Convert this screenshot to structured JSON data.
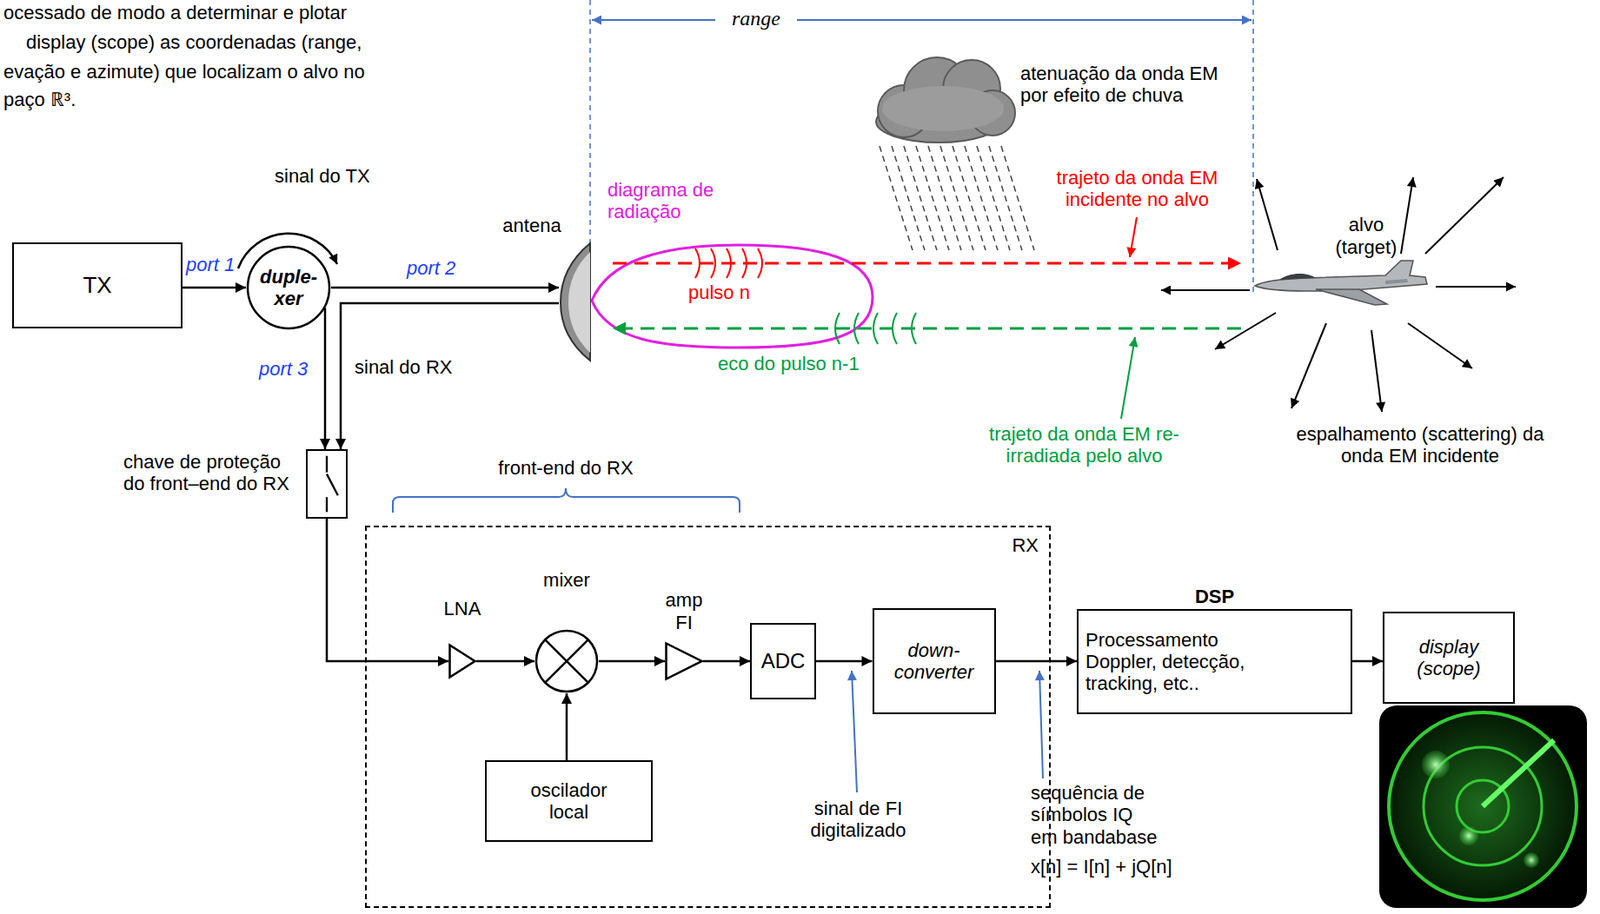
{
  "diagram": {
    "nodes": [
      {
        "text": [
          "TX"
        ]
      },
      {
        "text": [
          "duple- xer"
        ]
      },
      {
        "text": [
          "antena"
        ]
      },
      {
        "text": [
          "chave de proteção do front–end do RX"
        ]
      },
      {
        "text": [
          "RX"
        ]
      },
      {
        "text": [
          "LNA"
        ],
        "in": 4
      },
      {
        "text": [
          "mixer"
        ],
        "in": 4
      },
      {
        "text": [
          "amp FI"
        ],
        "in": 4
      },
      {
        "text": [
          "oscilador local"
        ],
        "in": 4
      },
      {
        "text": [
          "ADC"
        ],
        "in": 4
      },
      {
        "text": [
          "down- converter"
        ],
        "in": 4
      },
      {
        "text": [
          "DSP",
          "Processamento Doppler, detecção, tracking, etc.."
        ]
      },
      {
        "text": [
          "display (scope)"
        ]
      },
      {
        "text": [
          "alvo (target)"
        ]
      }
    ],
    "edges": [
      {
        "from": 0,
        "to": 1,
        "arrow": "to",
        "label": "port 1"
      },
      {
        "from": 1,
        "to": 2,
        "arrow": "to",
        "label": "port 2"
      },
      {
        "from": 1,
        "to": 3,
        "arrow": "to",
        "label": "port 3"
      },
      {
        "from": 2,
        "to": 3,
        "arrow": "to",
        "label": "sinal do RX"
      },
      {
        "from": 3,
        "to": 5,
        "arrow": "to"
      },
      {
        "from": 5,
        "to": 6,
        "arrow": "to"
      },
      {
        "from": 6,
        "to": 7,
        "arrow": "to"
      },
      {
        "from": 7,
        "to": 9,
        "arrow": "to"
      },
      {
        "from": 8,
        "to": 6,
        "arrow": "to"
      },
      {
        "from": 9,
        "to": 10,
        "arrow": "to"
      },
      {
        "from": 10,
        "to": 11,
        "arrow": "to"
      },
      {
        "from": 11,
        "to": 12,
        "arrow": "to"
      },
      {
        "from": 2,
        "to": 13,
        "arrow": "to"
      },
      {
        "from": 13,
        "to": 2,
        "arrow": "to"
      }
    ],
    "labels": [
      "ocessado de modo a determinar e plotar",
      "display (scope) as coordenadas (range,",
      "evação e azimute) que localizam o alvo no",
      "paço ℝ³.",
      "range",
      "sinal do TX",
      "diagrama de radiação",
      "pulso n",
      "eco do pulso n-1",
      "atenuação da onda EM por efeito de chuva",
      "trajeto da onda EM incidente no alvo",
      "trajeto da onda EM re-irradiada pelo alvo",
      "espalhamento (scattering) da onda EM incidente",
      "front-end do RX",
      "sinal de FI digitalizado",
      "sequência de símbolos IQ em bandabase",
      "x[n] = I[n] + jQ[n]"
    ]
  }
}
